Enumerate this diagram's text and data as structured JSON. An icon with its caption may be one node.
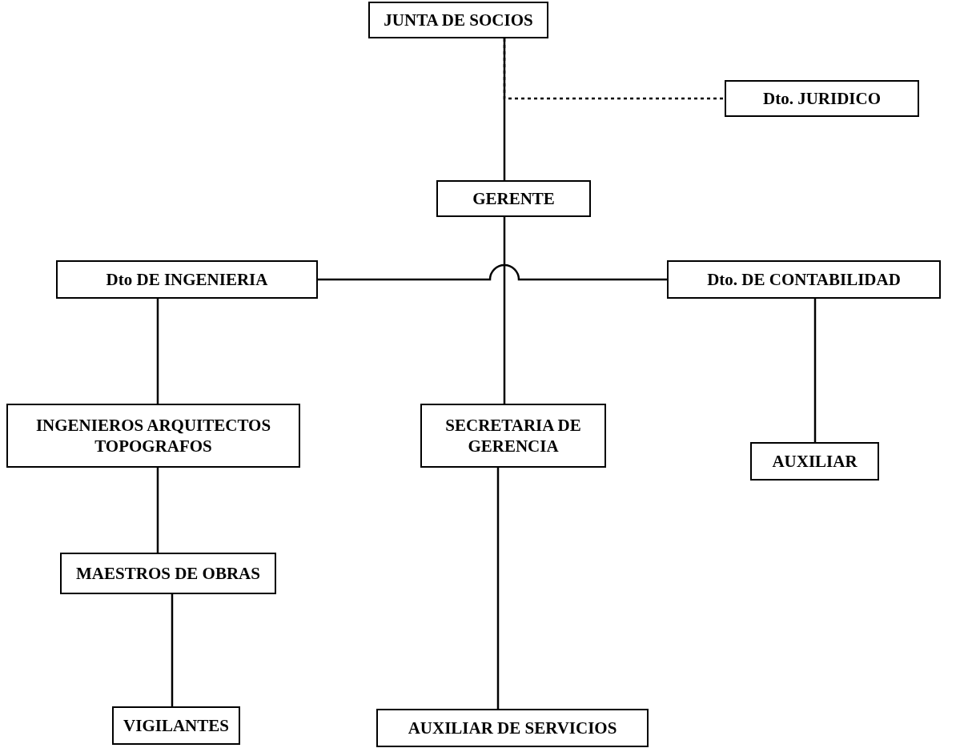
{
  "diagram": {
    "nodes": [
      {
        "text": [
          "JUNTA DE SOCIOS"
        ]
      },
      {
        "text": [
          "Dto. JURIDICO"
        ]
      },
      {
        "text": [
          "GERENTE"
        ]
      },
      {
        "text": [
          "Dto DE INGENIERIA"
        ]
      },
      {
        "text": [
          "Dto. DE CONTABILIDAD"
        ]
      },
      {
        "text": [
          "INGENIEROS ARQUITECTOS TOPOGRAFOS"
        ]
      },
      {
        "text": [
          "SECRETARIA DE GERENCIA"
        ]
      },
      {
        "text": [
          "AUXILIAR"
        ]
      },
      {
        "text": [
          "MAESTROS DE OBRAS"
        ]
      },
      {
        "text": [
          "VIGILANTES"
        ]
      },
      {
        "text": [
          "AUXILIAR DE SERVICIOS"
        ]
      }
    ],
    "edges": [
      {
        "from": 0,
        "to": 2,
        "arrow": "none"
      },
      {
        "from": 0,
        "to": 1,
        "arrow": "none",
        "style": "dashed"
      },
      {
        "from": 3,
        "to": 4,
        "arrow": "none"
      },
      {
        "from": 2,
        "to": 6,
        "arrow": "none"
      },
      {
        "from": 3,
        "to": 5,
        "arrow": "none"
      },
      {
        "from": 5,
        "to": 8,
        "arrow": "none"
      },
      {
        "from": 8,
        "to": 9,
        "arrow": "none"
      },
      {
        "from": 6,
        "to": 10,
        "arrow": "none"
      },
      {
        "from": 4,
        "to": 7,
        "arrow": "none"
      }
    ]
  }
}
